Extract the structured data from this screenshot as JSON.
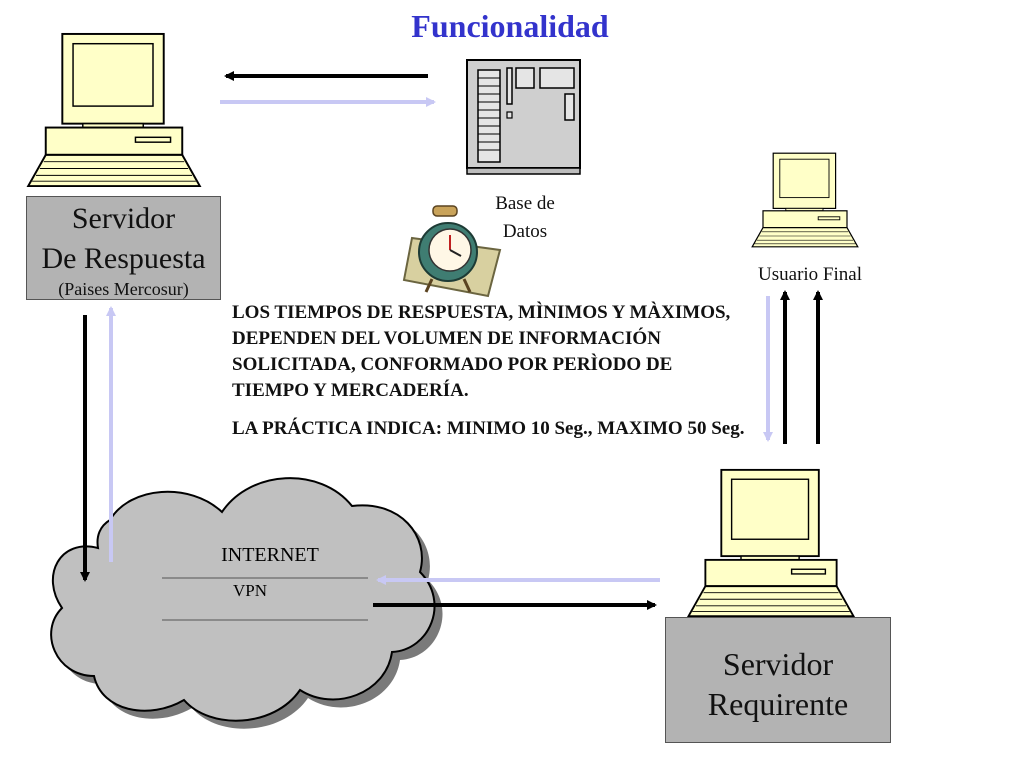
{
  "title": "Funcionalidad",
  "nodes": {
    "servidor_respuesta": {
      "line1": "Servidor",
      "line2": "De Respuesta",
      "subtitle": "(Paises Mercosur)"
    },
    "base_datos": {
      "line1": "Base de",
      "line2": "Datos"
    },
    "usuario_final": {
      "label": "Usuario Final"
    },
    "servidor_requirente": {
      "line1": "Servidor",
      "line2": "Requirente"
    },
    "internet": {
      "label": "INTERNET",
      "sublabel": "VPN"
    }
  },
  "info": {
    "paragraph1": "LOS TIEMPOS DE RESPUESTA, MÌNIMOS Y MÀXIMOS, DEPENDEN DEL VOLUMEN DE INFORMACIÓN SOLICITADA, CONFORMADO POR PERÌODO DE TIEMPO Y MERCADERÍA.",
    "paragraph2": "LA PRÁCTICA INDICA: MINIMO 10 Seg., MAXIMO 50 Seg."
  },
  "colors": {
    "title": "#3333cc",
    "request_arrow": "#c8c8f4",
    "response_arrow": "#000000",
    "computer_body": "#ffffc8",
    "label_box": "#b3b3b3",
    "cloud": "#c0c0c0"
  },
  "icons": [
    "computer-icon",
    "server-tower-icon",
    "alarm-clock-icon",
    "cloud-icon"
  ]
}
